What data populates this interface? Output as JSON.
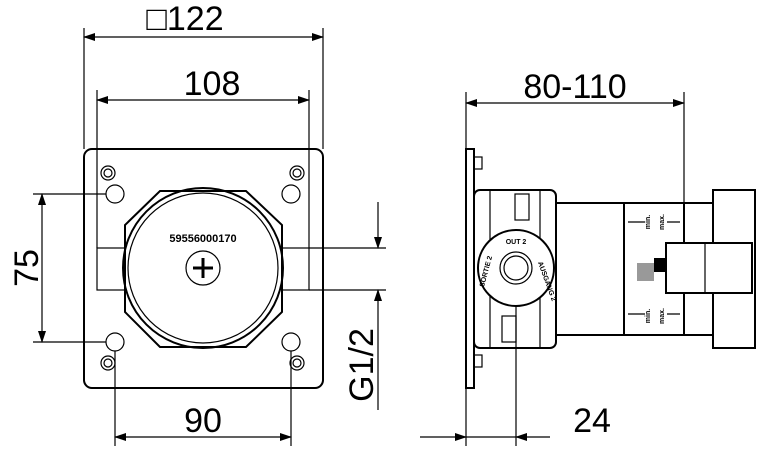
{
  "dimensions": {
    "plate_size": "□122",
    "mount_width": "108",
    "hole_vertical": "75",
    "thread": "G1/2",
    "hole_horizontal": "90",
    "depth_range": "80-110",
    "plate_to_port": "24"
  },
  "labels": {
    "part_number": "59556000170",
    "out": "OUT 2",
    "sortie": "SORTIE 2",
    "ausgang": "AUSGANG 2",
    "min": "min.",
    "max": "max."
  }
}
